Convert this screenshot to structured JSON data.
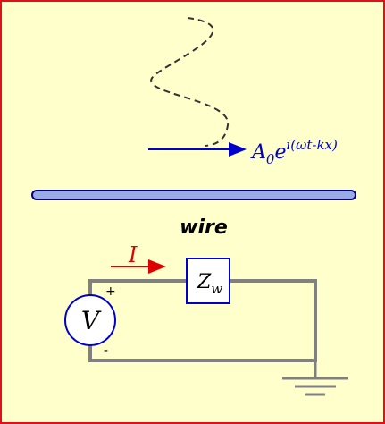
{
  "colors": {
    "background": "#ffffcc",
    "frame": "#e0101a",
    "wave": "#333333",
    "arrow": "#0000cc",
    "wire_fill": "#9aaae6",
    "wire_stroke": "#000080",
    "current": "#e00000",
    "circuit": "#808080",
    "component": "#0000cc"
  },
  "wave_label": {
    "amplitude": "A",
    "amplitude_subscript": "0",
    "base": "e",
    "exponent": "i(ωt-kx)"
  },
  "wire_label": "wire",
  "current_label": "I",
  "impedance": {
    "symbol": "Z",
    "subscript": "w"
  },
  "source": {
    "symbol": "V",
    "plus": "+",
    "minus": "-"
  },
  "icons": {
    "ground": "ground-icon",
    "source": "voltage-source-icon"
  }
}
